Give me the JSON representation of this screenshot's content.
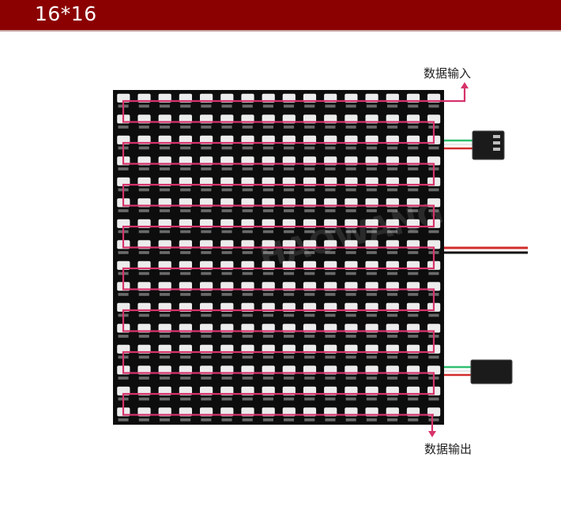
{
  "header": {
    "title": "16*16",
    "background": "#8b0000"
  },
  "labels": {
    "data_in": "数据输入",
    "data_out": "数据输出"
  },
  "panel": {
    "rows": 16,
    "cols": 16,
    "board_color": "#0d0d0d",
    "led_color": "#ececec",
    "path_color": "#d6336c"
  },
  "watermark": "HAOWANG",
  "connectors": [
    {
      "name": "input-connector",
      "wires": [
        "#2fbf71",
        "#e8e8e8",
        "#d22b2b"
      ]
    },
    {
      "name": "power-leads",
      "wires": [
        "#d22b2b",
        "#111111"
      ]
    },
    {
      "name": "output-connector",
      "wires": [
        "#2fbf71",
        "#e8e8e8",
        "#d22b2b"
      ]
    }
  ]
}
